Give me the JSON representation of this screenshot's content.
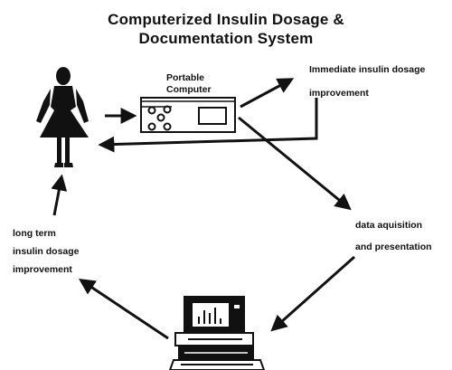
{
  "title": {
    "line1": "Computerized Insulin Dosage &",
    "line2": "Documentation System"
  },
  "nodes": {
    "portable_computer": [
      "Portable",
      "Computer"
    ],
    "immediate": [
      "Immediate insulin dosage",
      "improvement"
    ],
    "data": [
      "data aquisition",
      "and presentation"
    ],
    "long_term": [
      "long term",
      "insulin dosage",
      "improvement"
    ]
  },
  "icons": {
    "person": "woman-figure-icon",
    "laptop": "portable-computer-icon",
    "desktop": "desktop-computer-icon"
  },
  "colors": {
    "ink": "#111111",
    "background": "#ffffff"
  }
}
